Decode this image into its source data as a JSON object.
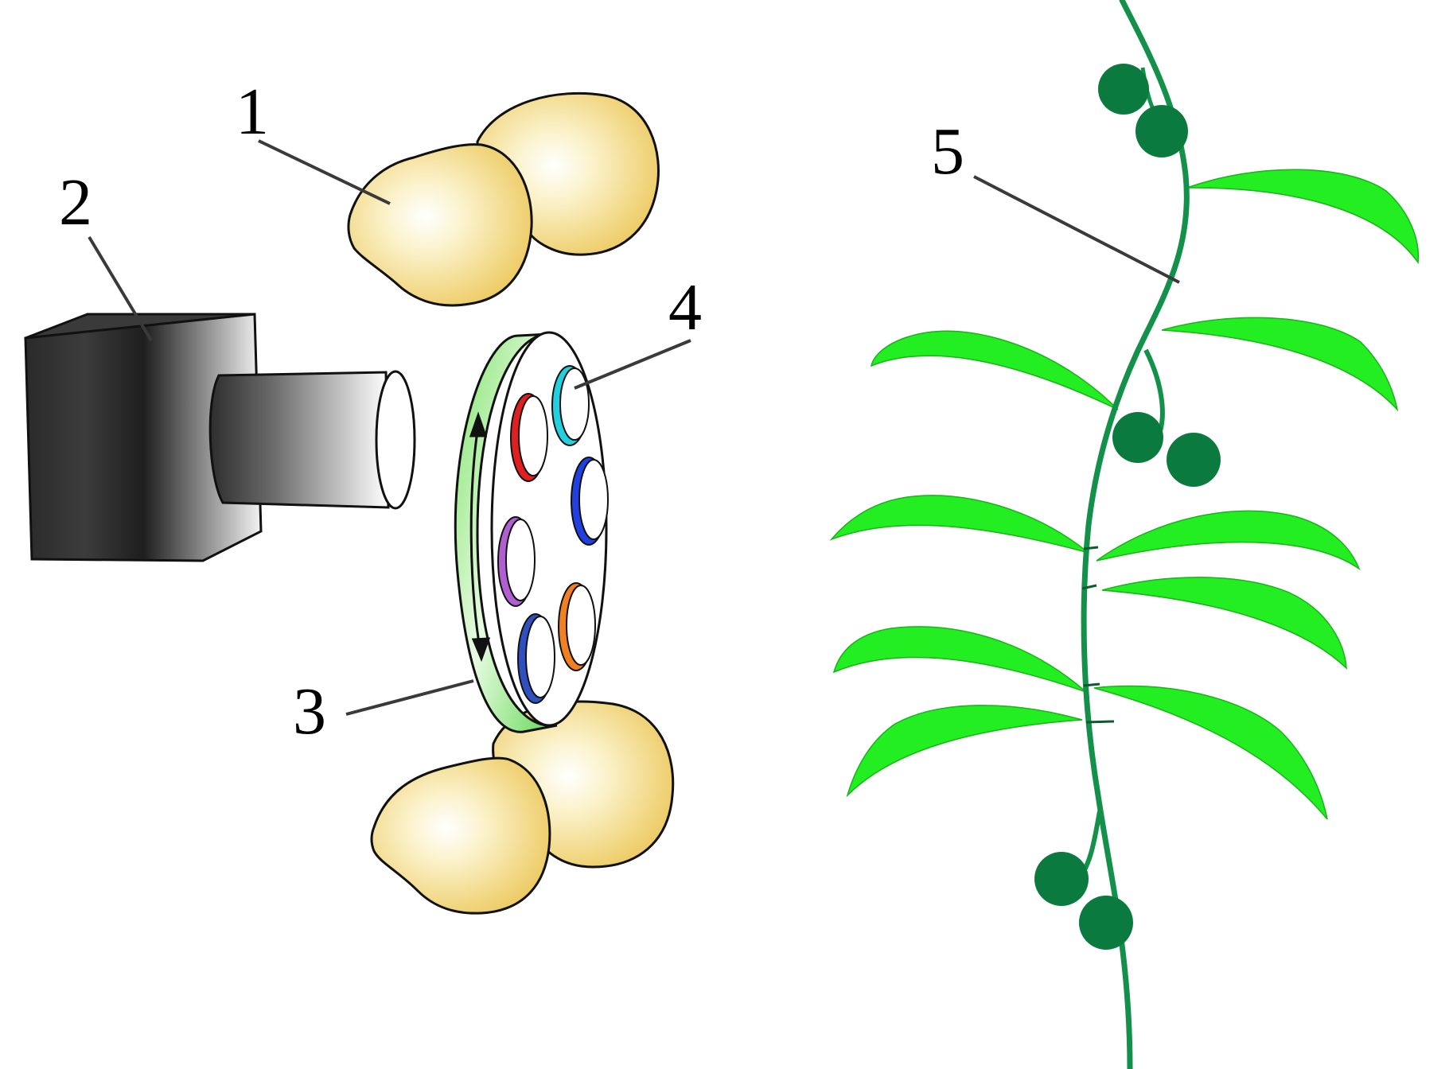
{
  "labels": {
    "lamp": "1",
    "camera": "2",
    "filter_wheel": "3",
    "filter": "4",
    "plant": "5"
  },
  "colors": {
    "lamp_fill": "#f2d77a",
    "lamp_highlight": "#ffffff",
    "camera_dark": "#2b2b2b",
    "camera_light": "#f0f0f0",
    "wheel_rim": "#66e05a",
    "leaf": "#22ee22",
    "stem": "#13914a",
    "berry": "#0b7a3e",
    "filters": [
      "#22d0e0",
      "#e02020",
      "#2040e0",
      "#b060d0",
      "#f08020",
      "#3050c0"
    ]
  },
  "icons": {
    "wheel_rotation": "double-arrow-icon"
  }
}
